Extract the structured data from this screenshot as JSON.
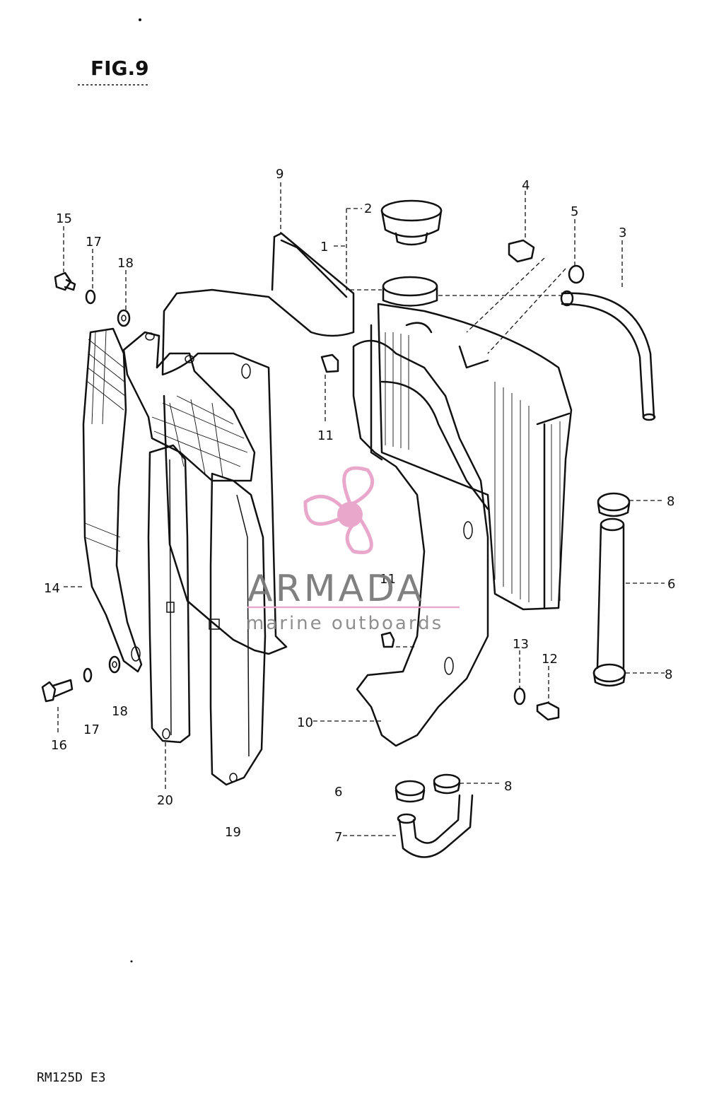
{
  "title": "FIG.9",
  "footer_code": "RM125D E3",
  "watermark": {
    "brand": "ARMADA",
    "tagline": "marine outboards",
    "accent_color": "#e7a3c9",
    "text_color": "#7a7a7a"
  },
  "callouts": [
    {
      "id": "c9",
      "label": "9"
    },
    {
      "id": "c2",
      "label": "2"
    },
    {
      "id": "c1",
      "label": "1"
    },
    {
      "id": "c4",
      "label": "4"
    },
    {
      "id": "c5",
      "label": "5"
    },
    {
      "id": "c3",
      "label": "3"
    },
    {
      "id": "c15",
      "label": "15"
    },
    {
      "id": "c17a",
      "label": "17"
    },
    {
      "id": "c18a",
      "label": "18"
    },
    {
      "id": "c11a",
      "label": "11"
    },
    {
      "id": "c8a",
      "label": "8"
    },
    {
      "id": "c11b",
      "label": "11"
    },
    {
      "id": "c6a",
      "label": "6"
    },
    {
      "id": "c14",
      "label": "14"
    },
    {
      "id": "c13",
      "label": "13"
    },
    {
      "id": "c12",
      "label": "12"
    },
    {
      "id": "c8b",
      "label": "8"
    },
    {
      "id": "c18b",
      "label": "18"
    },
    {
      "id": "c17b",
      "label": "17"
    },
    {
      "id": "c16",
      "label": "16"
    },
    {
      "id": "c10",
      "label": "10"
    },
    {
      "id": "c6b",
      "label": "6"
    },
    {
      "id": "c8c",
      "label": "8"
    },
    {
      "id": "c20",
      "label": "20"
    },
    {
      "id": "c19",
      "label": "19"
    },
    {
      "id": "c7",
      "label": "7"
    }
  ]
}
